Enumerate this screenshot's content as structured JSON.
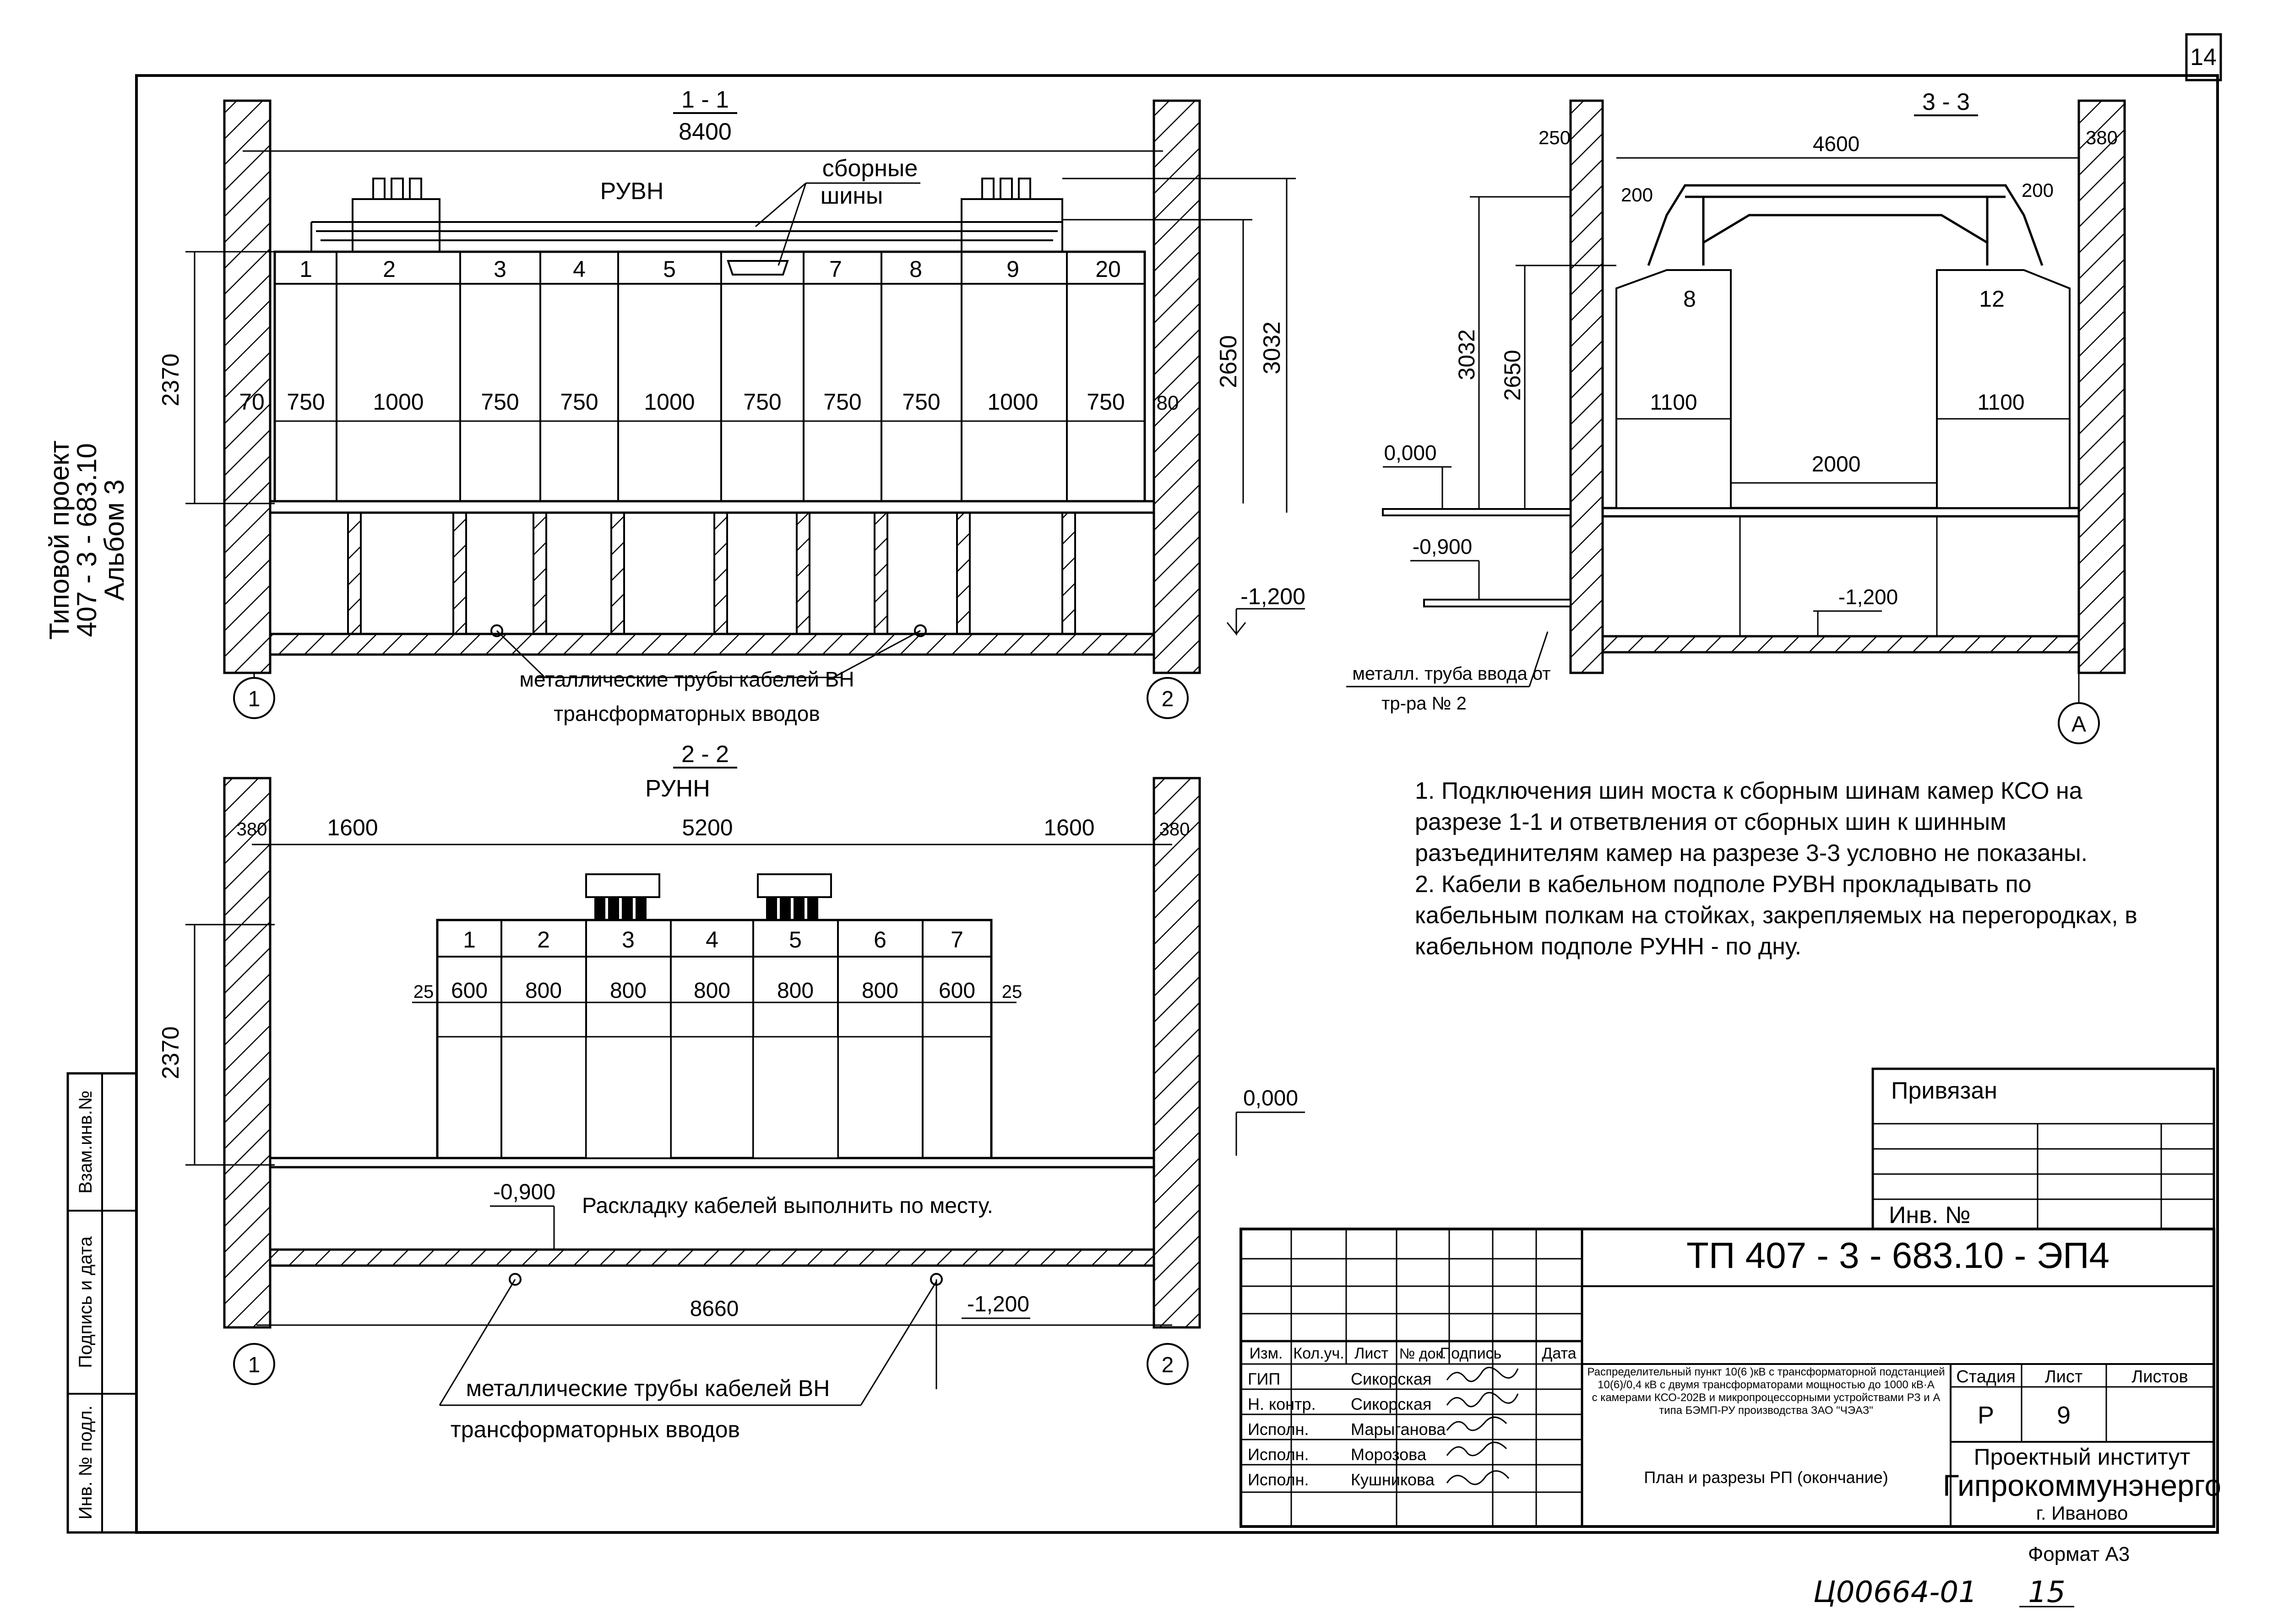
{
  "sheet": {
    "page_number": "14",
    "format": "Формат А3",
    "handwritten_code": "Ц00664-01",
    "handwritten_page": "15",
    "side_title": [
      "Типовой проект",
      "407 - 3 - 683.10",
      "Альбом 3"
    ],
    "side_fields": [
      "Взам.инв.№",
      "Подпись и дата",
      "Инв. № подл."
    ]
  },
  "section_1_1": {
    "title": "1 - 1",
    "total_width": "8400",
    "room_label": "РУВН",
    "busbar_label": [
      "сборные",
      "шины"
    ],
    "cells": [
      "1",
      "2",
      "3",
      "4",
      "5",
      "",
      "7",
      "8",
      "9",
      "20"
    ],
    "widths": [
      "70",
      "750",
      "1000",
      "750",
      "750",
      "1000",
      "750",
      "750",
      "750",
      "1000",
      "750",
      "80"
    ],
    "height_left": "2370",
    "height_right_1": "2650",
    "height_right_2": "3032",
    "level": "-1,200",
    "pipe_label": [
      "металлические трубы кабелей ВН",
      "трансформаторных вводов"
    ],
    "axes": [
      "1",
      "2"
    ]
  },
  "section_3_3": {
    "title": "3 - 3",
    "width": "4600",
    "wall_left": "250",
    "wall_right": "380",
    "offset_left": "200",
    "offset_right": "200",
    "cell_left": "8",
    "cell_right": "12",
    "cell_width_left": "1100",
    "cell_width_right": "1100",
    "aisle": "2000",
    "height_1": "3032",
    "height_2": "2650",
    "level_0": "0,000",
    "level_1": "-0,900",
    "level_2": "-1,200",
    "pipe_label": [
      "металл. труба ввода от",
      "тр-ра № 2"
    ],
    "axis": "А"
  },
  "section_2_2": {
    "title": "2 - 2",
    "room_label": "РУНН",
    "left_span": "1600",
    "mid_span": "5200",
    "right_span": "1600",
    "wall_left": "380",
    "wall_right": "380",
    "cells": [
      "1",
      "2",
      "3",
      "4",
      "5",
      "6",
      "7"
    ],
    "widths": [
      "600",
      "800",
      "800",
      "800",
      "800",
      "800",
      "600"
    ],
    "edge_left": "25",
    "edge_right": "25",
    "height_left": "2370",
    "level_0": "0,000",
    "level_1": "-0,900",
    "level_2": "-1,200",
    "note": "Раскладку кабелей выполнить по месту.",
    "total": "8660",
    "pipe_label": [
      "металлические трубы кабелей ВН",
      "трансформаторных вводов"
    ],
    "axes": [
      "1",
      "2"
    ]
  },
  "notes": [
    "1. Подключения шин моста к сборным шинам камер КСО на",
    "разрезе 1-1 и ответвления от сборных шин к шинным",
    "разъединителям камер на разрезе 3-3 условно не показаны.",
    "2. Кабели в кабельном подполе РУВН прокладывать по",
    "кабельным полкам на стойках, закрепляемых на перегородках, в",
    "кабельном подполе РУНН - по дну."
  ],
  "stamp": {
    "bound_label": "Привязан",
    "inv_label": "Инв. №",
    "doc_code": "ТП  407 - 3 - 683.10 - ЭП4",
    "headers": [
      "Изм.",
      "Кол.уч.",
      "Лист",
      "№ док.",
      "Подпись",
      "Дата"
    ],
    "roles": [
      "ГИП",
      "Н. контр.",
      "Исполн.",
      "Исполн.",
      "Исполн."
    ],
    "names": [
      "Сикорская",
      "Сикорская",
      "Марыганова",
      "Морозова",
      "Кушникова"
    ],
    "description": [
      "Распределительный пункт 10(6 )кВ с трансформаторной подстанцией",
      "10(6)/0,4 кВ с двумя трансформаторами мощностью до 1000 кВ·А",
      "с камерами КСО-202В и микропроцессорными устройствами РЗ и А",
      "типа БЭМП-РУ  производства ЗАО \"ЧЭАЗ\""
    ],
    "sheet_title": "План и разрезы РП (окончание)",
    "stage_label": "Стадия",
    "sheet_label": "Лист",
    "sheets_label": "Листов",
    "stage": "Р",
    "sheet": "9",
    "org_line1": "Проектный институт",
    "org_line2": "Гипрокоммунэнерго",
    "org_line3": "г. Иваново"
  }
}
